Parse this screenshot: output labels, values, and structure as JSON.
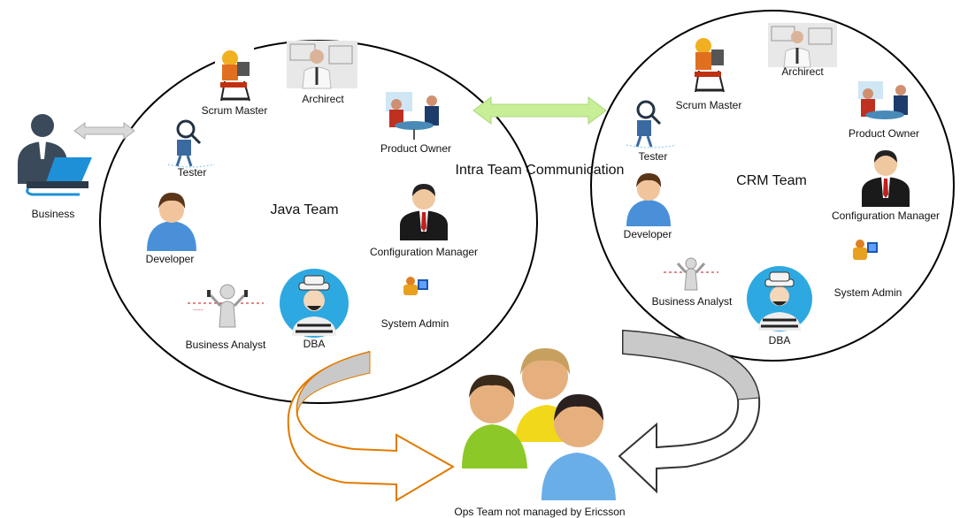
{
  "business": {
    "label": "Business"
  },
  "java_team": {
    "title": "Java Team",
    "roles": {
      "scrum_master": "Scrum Master",
      "architect": "Archirect",
      "product_owner": "Product Owner",
      "tester": "Tester",
      "developer": "Developer",
      "configuration_manager": "Configuration Manager",
      "business_analyst": "Business Analyst",
      "dba": "DBA",
      "system_admin": "System Admin"
    }
  },
  "crm_team": {
    "title": "CRM Team",
    "roles": {
      "scrum_master": "Scrum Master",
      "architect": "Archirect",
      "product_owner": "Product Owner",
      "tester": "Tester",
      "developer": "Developer",
      "configuration_manager": "Configuration Manager",
      "business_analyst": "Business Analyst",
      "dba": "DBA",
      "system_admin": "System Admin"
    }
  },
  "intra_team_communication": "Intra Team Communication",
  "ops_team": {
    "label": "Ops Team not managed by Ericsson"
  },
  "colors": {
    "circle_stroke": "#000000",
    "intra_arrow": "#c8ee98",
    "business_arrow": "#c8c8c8",
    "ops_arrow_left_stroke": "#e07b00",
    "ops_arrow_right_stroke": "#333333",
    "ops_arrow_fill": "#c9c9c9"
  }
}
